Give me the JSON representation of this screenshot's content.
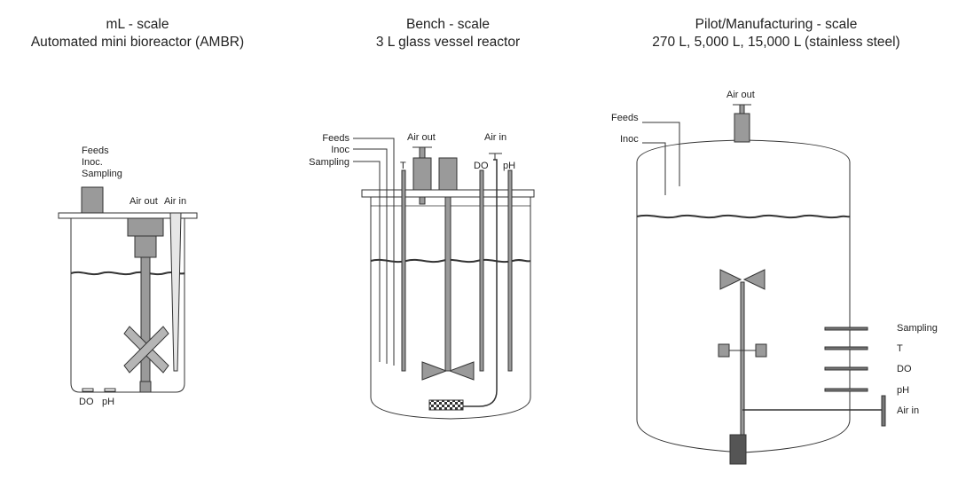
{
  "panels": [
    {
      "title": "mL - scale",
      "subtitle": "Automated mini bioreactor (AMBR)",
      "labels": {
        "feeds": "Feeds",
        "inoc": "Inoc.",
        "sampling": "Sampling",
        "air_out": "Air out",
        "air_in": "Air in",
        "do": "DO",
        "ph": "pH"
      }
    },
    {
      "title": "Bench - scale",
      "subtitle": "3 L glass vessel reactor",
      "labels": {
        "feeds": "Feeds",
        "inoc": "Inoc",
        "sampling": "Sampling",
        "t": "T",
        "air_out": "Air out",
        "air_in": "Air in",
        "do": "DO",
        "ph": "pH"
      }
    },
    {
      "title": "Pilot/Manufacturing - scale",
      "subtitle": "270 L, 5,000 L, 15,000 L (stainless steel)",
      "labels": {
        "air_out": "Air out",
        "feeds": "Feeds",
        "inoc": "Inoc",
        "sampling": "Sampling",
        "t": "T",
        "do": "DO",
        "ph": "pH",
        "air_in": "Air in"
      }
    }
  ],
  "colors": {
    "outline": "#333333",
    "fill_gray": "#9a9a9a",
    "fill_dark": "#555555"
  }
}
